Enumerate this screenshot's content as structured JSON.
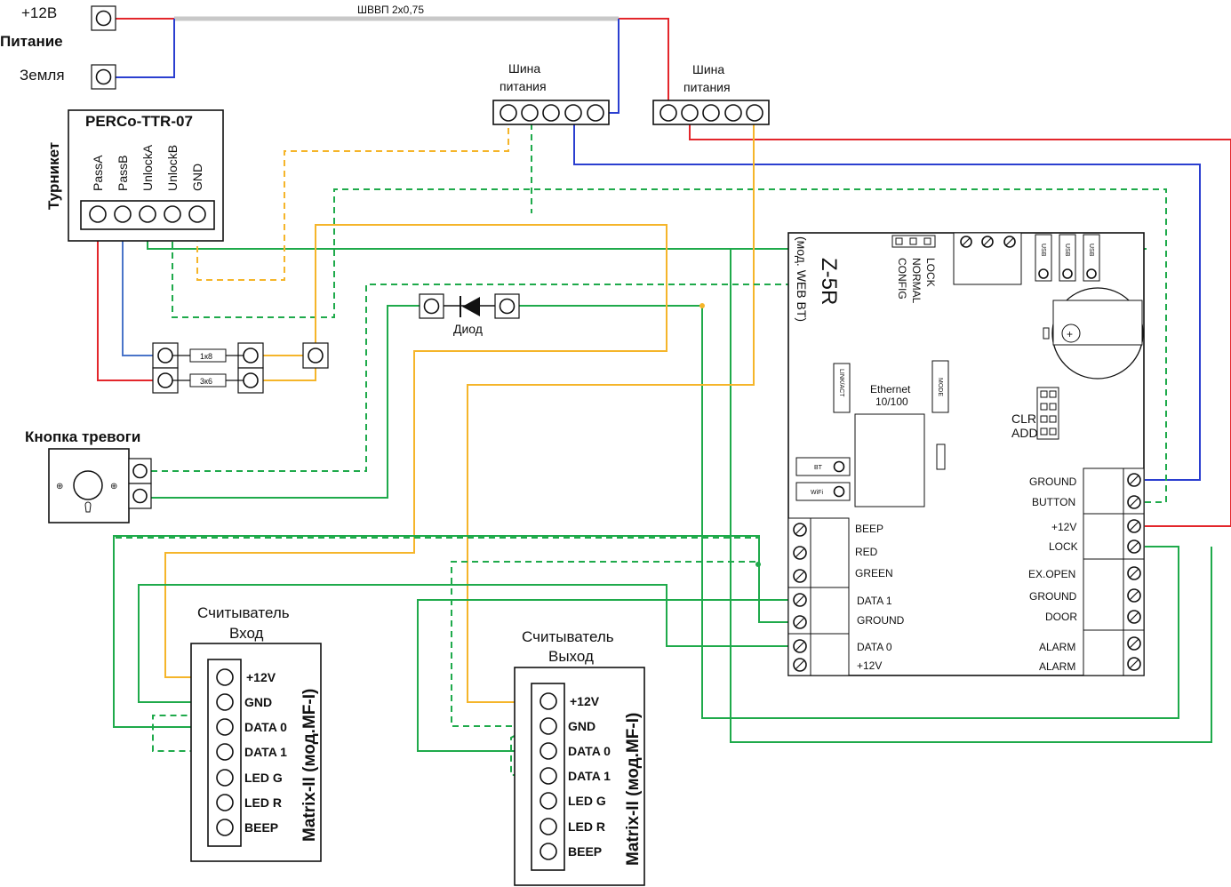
{
  "power": {
    "plus12": "+12В",
    "supply": "Питание",
    "ground": "Земля",
    "cable": "ШВВП 2х0,75"
  },
  "bus1": {
    "title_line1": "Шина",
    "title_line2": "питания"
  },
  "bus2": {
    "title_line1": "Шина",
    "title_line2": "питания"
  },
  "turnstile": {
    "side_label": "Турникет",
    "model": "PERCo-TTR-07",
    "pins": [
      "PassA",
      "PassB",
      "UnlockA",
      "UnlockB",
      "GND"
    ]
  },
  "resistors": {
    "r1": "1к8",
    "r2": "3к6"
  },
  "diode": {
    "label": "Диод"
  },
  "alarm_button": {
    "label": "Кнопка тревоги"
  },
  "controller": {
    "name": "Z-5R",
    "subtitle": "(мод. WEB BT)",
    "jumpers": [
      "LOCK",
      "NORMAL",
      "CONFIG"
    ],
    "usb": [
      "USB",
      "USB",
      "USB"
    ],
    "ethernet_line1": "Ethernet",
    "ethernet_line2": "10/100",
    "linkact": "LINK/ACT",
    "mode": "MODE",
    "bt": "BT",
    "wifi": "WiFi",
    "clr": "CLR",
    "add": "ADD",
    "left_terminals": [
      "BEEP",
      "RED",
      "GREEN",
      "DATA 1",
      "GROUND",
      "DATA 0",
      "+12V"
    ],
    "right_terminals": [
      "GROUND",
      "BUTTON",
      "+12V",
      "LOCK",
      "EX.OPEN",
      "GROUND",
      "DOOR",
      "ALARM",
      "ALARM"
    ]
  },
  "reader_in": {
    "title_line1": "Считыватель",
    "title_line2": "Вход",
    "model": "Matrix-II (мод.MF-I)",
    "pins": [
      "+12V",
      "GND",
      "DATA 0",
      "DATA 1",
      "LED G",
      "LED R",
      "BEEP"
    ]
  },
  "reader_out": {
    "title_line1": "Считыватель",
    "title_line2": "Выход",
    "model": "Matrix-II (мод.MF-I)",
    "pins": [
      "+12V",
      "GND",
      "DATA 0",
      "DATA 1",
      "LED G",
      "LED R",
      "BEEP"
    ]
  }
}
